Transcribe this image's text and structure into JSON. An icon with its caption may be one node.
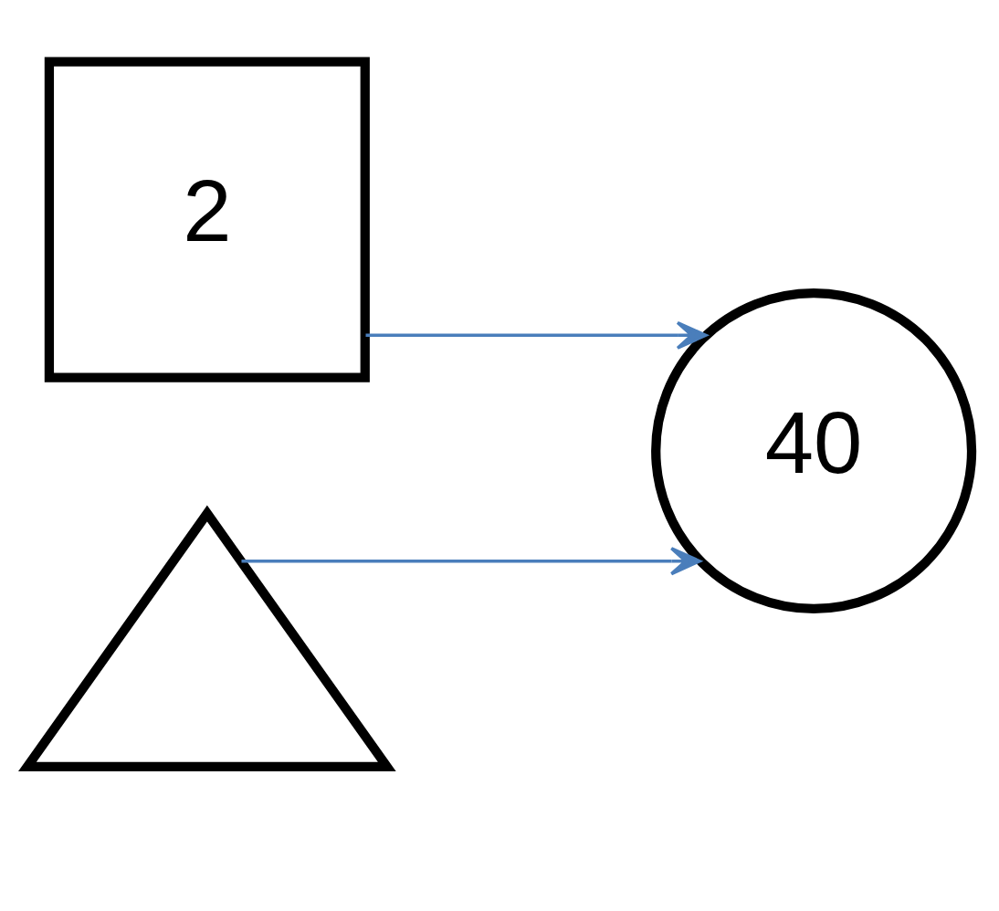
{
  "diagram": {
    "nodes": [
      {
        "text": [
          "2"
        ]
      },
      {
        "text": [],
        "shape": "triangle"
      },
      {
        "text": [
          "40"
        ]
      }
    ],
    "edges": [
      {
        "from": 0,
        "to": 2,
        "arrow": "to"
      },
      {
        "from": 1,
        "to": 2,
        "arrow": "to"
      }
    ]
  }
}
